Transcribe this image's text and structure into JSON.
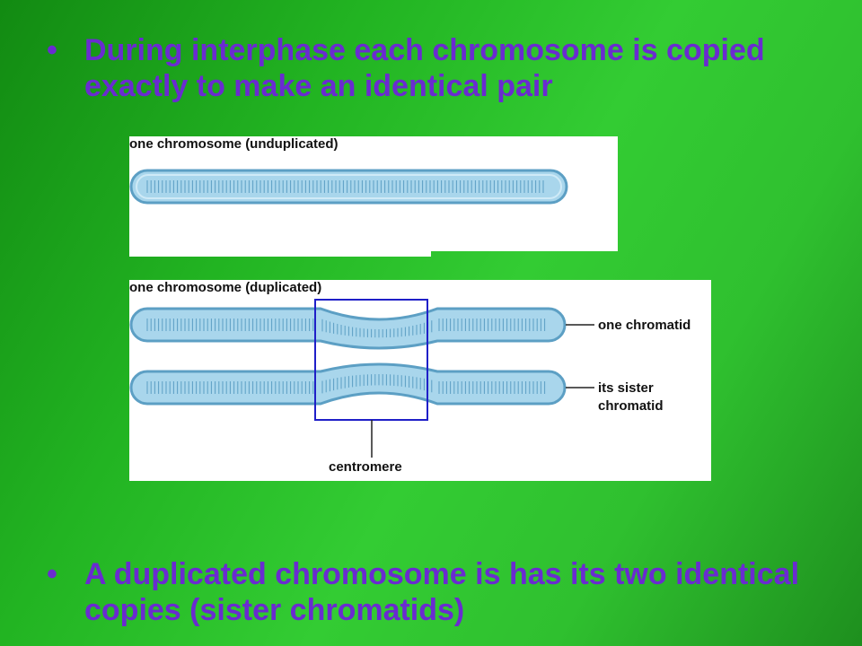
{
  "bullets": {
    "marker": "•",
    "first": "During interphase each chromosome is copied exactly to make an identical pair",
    "second": "A duplicated chromosome is has its two identical copies (sister chromatids)"
  },
  "diagram_top": {
    "caption": "one chromosome (unduplicated)"
  },
  "diagram_bottom": {
    "caption": "one chromosome (duplicated)",
    "label_chromatid": "one chromatid",
    "label_sister_line1": "its sister",
    "label_sister_line2": "chromatid",
    "label_centromere": "centromere"
  },
  "colors": {
    "bullet_text": "#6a2bd0",
    "chromosome_fill": "#a9d6ec",
    "chromosome_stroke": "#5c9fc4",
    "centromere_box": "#1f1fc8"
  }
}
